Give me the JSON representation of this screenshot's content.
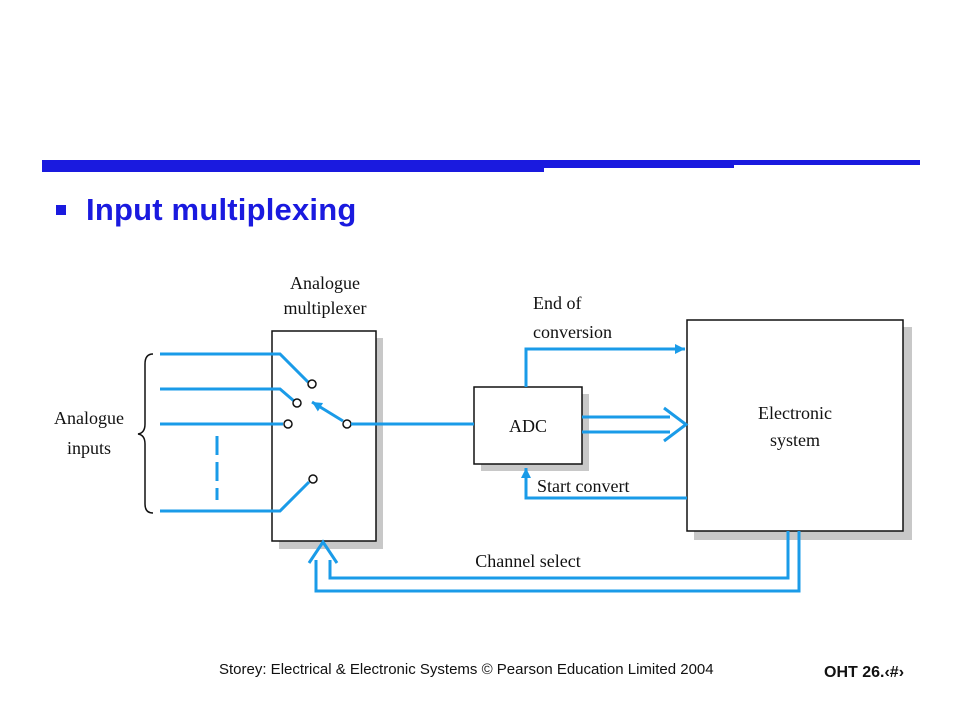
{
  "slide": {
    "title": "Input multiplexing",
    "footer": "Storey: Electrical & Electronic Systems © Pearson Education Limited 2004",
    "slide_number": "OHT 26.‹#›"
  },
  "diagram": {
    "mux_label_line1": "Analogue",
    "mux_label_line2": "multiplexer",
    "inputs_label_line1": "Analogue",
    "inputs_label_line2": "inputs",
    "adc_label": "ADC",
    "eoc_label_line1": "End of",
    "eoc_label_line2": "conversion",
    "system_label_line1": "Electronic",
    "system_label_line2": "system",
    "start_convert_label": "Start convert",
    "channel_select_label": "Channel select"
  },
  "colors": {
    "accent": "#1a1adf",
    "wire": "#1a9be8",
    "shadow": "#c8c8c8"
  }
}
